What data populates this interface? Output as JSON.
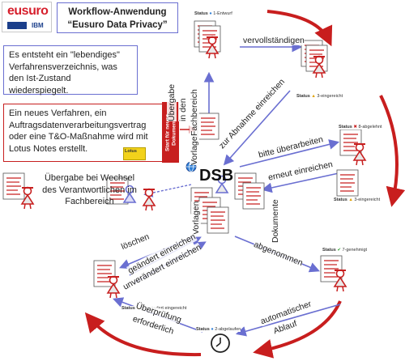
{
  "logo": {
    "text": "eusuro",
    "partner": "IBM"
  },
  "title": {
    "line1": "Workflow-Anwendung",
    "line2": "“Eusuro Data Privacy”"
  },
  "info_text": "Es entsteht ein \"lebendiges\" Verfahrensverzeichnis, was den Ist-Zustand wiederspiegelt.",
  "process_text": "Ein neues Verfahren, ein Auftragsdatenverarbeitungsvertrag oder eine T&O-Maßnahme wird mit Lotus Notes erstellt.",
  "lotus_label": "Lotus",
  "start_tab": {
    "line1": "Start für neues",
    "line2": "Dokument"
  },
  "handover_text": "Übergabe bei Wechsel des Verantwortlichen im Fachbereich",
  "center_label": "DSB",
  "statuses": {
    "s1": {
      "prefix": "Status",
      "value": "1-Entwurf"
    },
    "s3a": {
      "prefix": "Status",
      "value": "3-eingereicht"
    },
    "s8": {
      "prefix": "Status",
      "value": "8-abgelehnt"
    },
    "s3b": {
      "prefix": "Status",
      "value": "3-eingereicht"
    },
    "s7": {
      "prefix": "Status",
      "value": "7-genehmigt"
    },
    "s4": {
      "prefix": "Status",
      "value": "4-geändert eingereicht"
    },
    "s2": {
      "prefix": "Status",
      "value": "2-abgelaufen"
    }
  },
  "labels": {
    "vervollstaendigen": "vervollständigen",
    "uebergabe_line1": "Übergabe",
    "uebergabe_line2": "in den",
    "uebergabe_line3": "Fachbereich",
    "vorlage": "Vorlage",
    "zur_abnahme": "zur Abnahme einreichen",
    "bitte": "bitte überarbeiten",
    "erneut": "erneut einreichen",
    "dokumente": "Dokumente",
    "vorlagen": "Vorlagen",
    "loeschen": "löschen",
    "geaendert": "geändert einreichen",
    "unveraendert": "unverändert einreichen",
    "abgenommen": "abgenommen",
    "automatischer": "automatischer",
    "ablauf": "Ablauf",
    "ueberpruefung": "Überprüfung",
    "erforderlich": "erforderlich"
  },
  "colors": {
    "red": "#c71f1f",
    "blue": "#6a6fd1",
    "arrow_red": "#c81e1e",
    "person_fill": "#e8e8e8"
  }
}
